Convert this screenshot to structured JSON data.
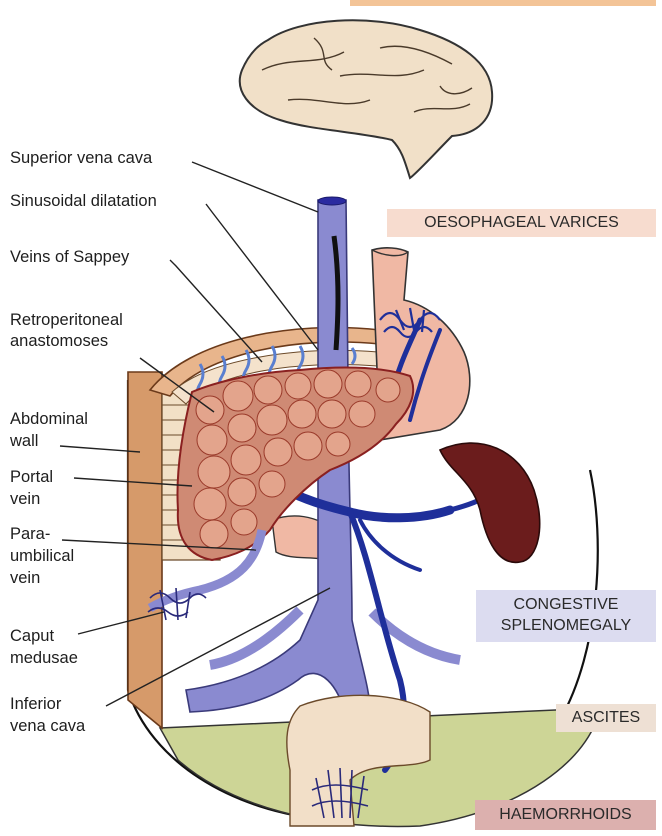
{
  "labels": {
    "superior_vena_cava": "Superior vena cava",
    "sinusoidal_dilatation": "Sinusoidal dilatation",
    "veins_of_sappey": "Veins of Sappey",
    "retroperitoneal_1": "Retroperitoneal",
    "retroperitoneal_2": "anastomoses",
    "abdominal_wall_1": "Abdominal",
    "abdominal_wall_2": "wall",
    "portal_vein_1": "Portal",
    "portal_vein_2": "vein",
    "paraumbilical_1": "Para-",
    "paraumbilical_2": "umbilical",
    "paraumbilical_3": "vein",
    "caput_medusae_1": "Caput",
    "caput_medusae_2": "medusae",
    "ivc_1": "Inferior",
    "ivc_2": "vena cava"
  },
  "tags": {
    "oesophageal_varices": "OESOPHAGEAL VARICES",
    "congestive_1": "CONGESTIVE",
    "congestive_2": "SPLENOMEGALY",
    "ascites": "ASCITES",
    "haemorrhoids": "HAEMORRHOIDS"
  },
  "colors": {
    "oesophageal_box": "#f7dccf",
    "congestive_box": "#dcdcf0",
    "ascites_box": "#eee0d4",
    "haemorrhoids_box": "#dcb0ae",
    "top_box": "#f3c497",
    "vena_cava": "#8a8ad0",
    "portal_system": "#1f2f9a",
    "liver": "#cf8a74",
    "spleen": "#6b1c1c",
    "stomach": "#f0b8a4",
    "ascites_fluid": "#cdd596",
    "brain": "#f1e0c8"
  }
}
